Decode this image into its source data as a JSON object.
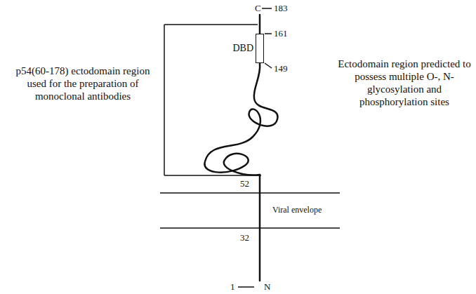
{
  "diagram": {
    "nodes": [
      {
        "text": [
          "DBD"
        ]
      }
    ],
    "labels": [
      "C",
      "183",
      "161",
      "149",
      "p54(60-178) ectodomain region used for the preparation of monoclonal antibodies",
      "Ectodomain region predicted to possess multiple O-, N- glycosylation and phosphorylation sites",
      "52",
      "Viral envelope",
      "32",
      "1",
      "N"
    ]
  }
}
